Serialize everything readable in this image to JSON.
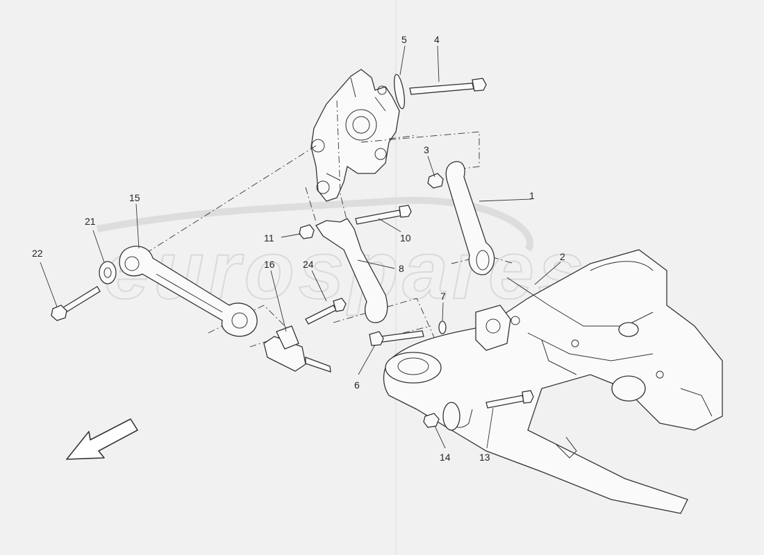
{
  "watermark": "eurospares",
  "callouts": [
    {
      "id": "c1",
      "label": "1"
    },
    {
      "id": "c2",
      "label": "2"
    },
    {
      "id": "c3",
      "label": "3"
    },
    {
      "id": "c4",
      "label": "4"
    },
    {
      "id": "c5",
      "label": "5"
    },
    {
      "id": "c6",
      "label": "6"
    },
    {
      "id": "c7",
      "label": "7"
    },
    {
      "id": "c8",
      "label": "8"
    },
    {
      "id": "c10",
      "label": "10"
    },
    {
      "id": "c11",
      "label": "11"
    },
    {
      "id": "c13",
      "label": "13"
    },
    {
      "id": "c14",
      "label": "14"
    },
    {
      "id": "c15",
      "label": "15"
    },
    {
      "id": "c16",
      "label": "16"
    },
    {
      "id": "c21",
      "label": "21"
    },
    {
      "id": "c22",
      "label": "22"
    },
    {
      "id": "c24",
      "label": "24"
    }
  ],
  "icons": {
    "direction_arrow": "front-direction-arrow-icon"
  }
}
